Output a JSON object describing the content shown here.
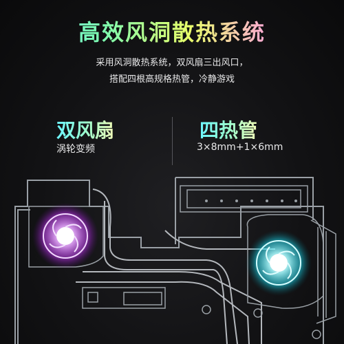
{
  "headline": "高效风洞散热系统",
  "description": {
    "line1": "采用风洞散热系统，双风扇三出风口，",
    "line2": "搭配四根高规格热管，冷静游戏"
  },
  "features": {
    "fans": {
      "title": "双风扇",
      "detail": "涡轮变频"
    },
    "heatpipes": {
      "title": "四热管",
      "detail": "3×8mm+1×6mm"
    }
  },
  "colors": {
    "left_fan_glow": "#d24bff",
    "right_fan_glow": "#3ff0ff",
    "outline": "#9aa0a6"
  }
}
